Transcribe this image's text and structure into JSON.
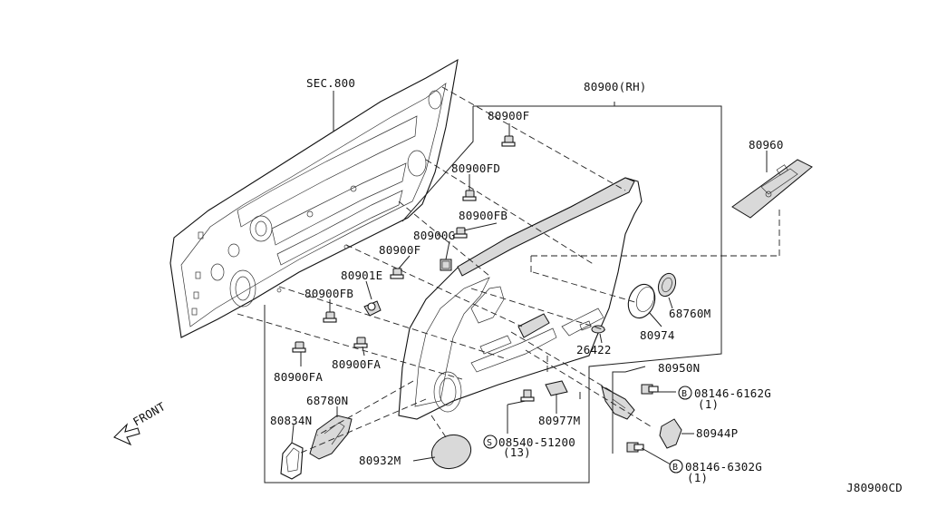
{
  "labels": {
    "sec800": "SEC.800",
    "p80900rh": "80900(RH)",
    "p80900f_top": "80900F",
    "p80900fd": "80900FD",
    "p80900fb_top": "80900FB",
    "p80900g": "80900G",
    "p80900f_mid": "80900F",
    "p80901e": "80901E",
    "p80900fb_mid": "80900FB",
    "p80900fa_left": "80900FA",
    "p80900fa_right": "80900FA",
    "p68780n": "68780N",
    "p80834n": "80834N",
    "p80932m": "80932M",
    "p08540": "08540-51200",
    "p08540_qty": "(13)",
    "p80977m": "80977M",
    "p80950n": "80950N",
    "p08146a": "08146-6162G",
    "p08146a_qty": "(1)",
    "p80944p": "80944P",
    "p08146b": "08146-6302G",
    "p08146b_qty": "(1)",
    "p80960": "80960",
    "p68760m": "68760M",
    "p80974": "80974",
    "p26422": "26422",
    "front": "FRONT",
    "code": "J80900CD",
    "circle_s": "S",
    "circle_b1": "B",
    "circle_b2": "B"
  }
}
